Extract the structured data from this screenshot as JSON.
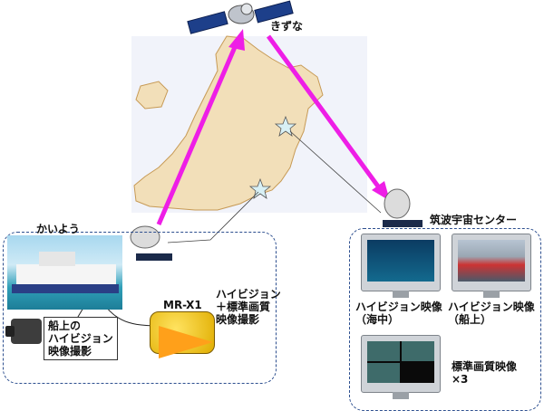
{
  "satellite_label": "きずな",
  "ship_label": "かいよう",
  "mrx1_label": "MR-X1",
  "mrx1_caption": "ハイビジョン\n＋標準画質\n映像撮影",
  "onboard_caption": "船上の\nハイビジョン\n映像撮影",
  "tsukuba_label": "筑波宇宙センター",
  "monitors": [
    {
      "caption": "ハイビジョン映像\n（海中）"
    },
    {
      "caption": "ハイビジョン映像\n（船上）"
    },
    {
      "caption": "標準画質映像\n×3"
    }
  ],
  "colors": {
    "uplink_arrow": "#ee1ee6",
    "dashed_border": "#2d4f8f",
    "map_bg": "#f1f3fa",
    "land": "#f2dfb9",
    "land_stroke": "#c79a55"
  }
}
